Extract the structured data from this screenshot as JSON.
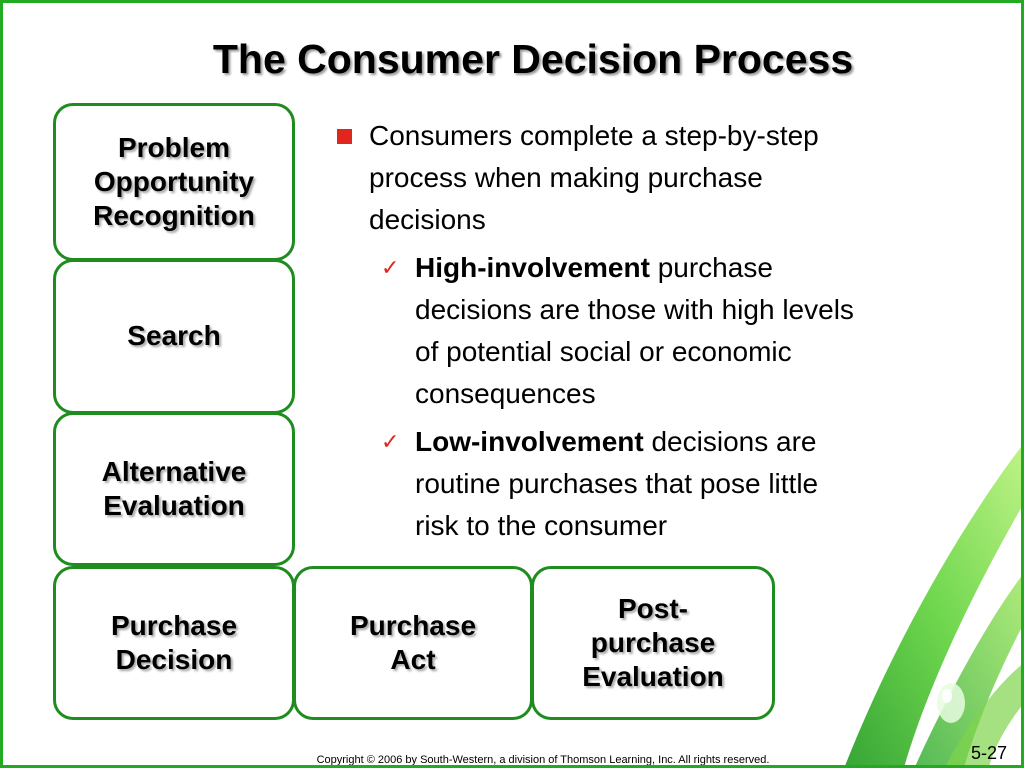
{
  "slide": {
    "title": "The Consumer Decision Process",
    "accent_color": "#1e8c1e",
    "bullet_color": "#e0261e"
  },
  "process_steps": [
    {
      "lines": [
        "Problem",
        "Opportunity",
        "Recognition"
      ]
    },
    {
      "lines": [
        "Search"
      ]
    },
    {
      "lines": [
        "Alternative",
        "Evaluation"
      ]
    },
    {
      "lines": [
        "Purchase",
        "Decision"
      ]
    },
    {
      "lines": [
        "Purchase",
        "Act"
      ]
    },
    {
      "lines": [
        "Post-",
        "purchase",
        "Evaluation"
      ]
    }
  ],
  "bullets": {
    "main": {
      "marker_icon": "red-square-bullet",
      "lines": [
        "Consumers complete a step-by-step",
        "process when making purchase",
        "decisions"
      ]
    },
    "sub": [
      {
        "marker_icon": "checkmark-icon",
        "marker": "✓",
        "term": "High-involvement",
        "first_line_rest": " purchase",
        "lines": [
          "decisions are those with high levels",
          "of potential social or economic",
          "consequences"
        ]
      },
      {
        "marker_icon": "checkmark-icon",
        "marker": "✓",
        "term": "Low-involvement",
        "first_line_rest": " decisions are",
        "lines": [
          "routine purchases that pose little",
          "risk to the consumer"
        ]
      }
    ]
  },
  "footer": {
    "copyright": "Copyright © 2006 by South-Western, a division of Thomson Learning, Inc. All rights reserved.",
    "slide_number": "5-27"
  }
}
